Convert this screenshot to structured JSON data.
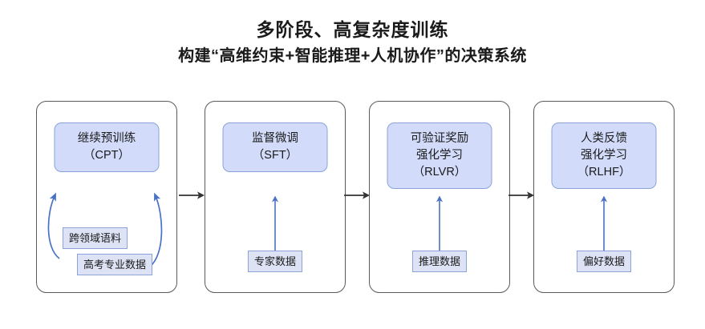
{
  "title": {
    "main": "多阶段、高复杂度训练",
    "sub": "构建“高维约束+智能推理+人机协作”的决策系统"
  },
  "colors": {
    "stage_card_fill": "#d2dcfa",
    "stage_card_border": "#8ba3d9",
    "chip_fill": "#dde3f5",
    "chip_border": "#8ba3d9",
    "panel_border": "#5a5a5a",
    "blue_arrow": "#4a72c4",
    "connector_arrow": "#333333",
    "background": "#ffffff",
    "text": "#1a1a1a"
  },
  "pipeline": {
    "stages": [
      {
        "id": "cpt",
        "card_lines": [
          "继续预训练",
          "（CPT）"
        ],
        "inputs": [
          "跨领域语料",
          "高考专业数据"
        ],
        "arrow_style": "curved"
      },
      {
        "id": "sft",
        "card_lines": [
          "监督微调",
          "（SFT）"
        ],
        "inputs": [
          "专家数据"
        ],
        "arrow_style": "straight"
      },
      {
        "id": "rlvr",
        "card_lines": [
          "可验证奖励",
          "强化学习",
          "（RLVR）"
        ],
        "inputs": [
          "推理数据"
        ],
        "arrow_style": "straight"
      },
      {
        "id": "rlhf",
        "card_lines": [
          "人类反馈",
          "强化学习",
          "（RLHF）"
        ],
        "inputs": [
          "偏好数据"
        ],
        "arrow_style": "straight"
      }
    ],
    "connectors": [
      "→",
      "→",
      "→"
    ]
  }
}
